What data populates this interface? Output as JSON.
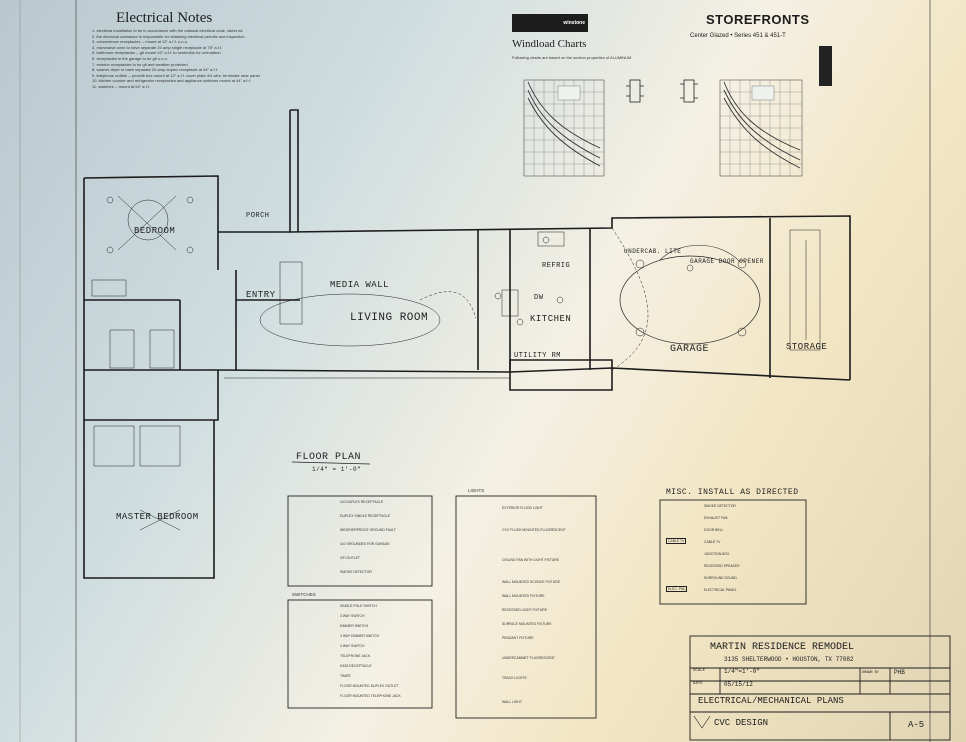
{
  "electrical_notes": {
    "title": "Electrical Notes",
    "items": [
      "1. electrical installation to be in accordance with the national electrical code, latest ed.",
      "2. the electrical contractor is responsible for obtaining electrical permits and inspection.",
      "3. convenience receptacles -- mount at 12\" a.f.f. u.n.o.",
      "4. microwave oven to have separate 20 amp single receptacle at 78\" a.f.f.",
      "5. bathroom receptacles -- gfi mount 42\" a.f.f. to centerline for orientation",
      "6. receptacles in the garage to be gfi u.n.o.",
      "7. exterior receptacles to be gfi and weather protected",
      "8. washer-dryer to have separate 20 amp duplex receptacle at 44\" a.f.f.",
      "9. telephone outlets -- provide box mount at 12\" a.f.f. cover plate 4/4 wire, terminate near panel",
      "10. kitchen counter and refrigerator receptacles and appliance switches mount at 44\" a.f.f.",
      "11. switches -- mount at 54\" a.f.f."
    ]
  },
  "storefronts": {
    "logo_text": "winstone",
    "title": "STOREFRONTS",
    "subtitle": "Center Glazed  •  Series 451 & 451-T",
    "windload_title": "Windload Charts",
    "windload_intro": "Following charts are based on the section properties of ALUMINUM"
  },
  "rooms": {
    "bedroom": "BEDROOM",
    "living_room": "LIVING ROOM",
    "kitchen": "KITCHEN",
    "garage": "GARAGE",
    "storage": "STORAGE",
    "master_bedroom": "MASTER BEDROOM",
    "media_wall": "MEDIA WALL",
    "entry": "ENTRY",
    "utility": "UTILITY RM",
    "porch": "PORCH",
    "refrig": "REFRIG",
    "dw": "DW",
    "garage_door_opener": "GARAGE DOOR OPENER",
    "undercab_lite": "UNDERCAB. LITE",
    "floor_plan": "FLOOR PLAN",
    "floor_plan_scale": "1/4\" = 1'-0\""
  },
  "legend_outlets": {
    "items": [
      "110 DUPLEX RECEPTACLE",
      "DUPLEX SINGLE RECEPTACLE",
      "WEATHERPROOF GROUND FAULT",
      "110 GROUNDED FOR GARAGE",
      "GFI OUTLET",
      "SMOKE DETECTOR"
    ]
  },
  "legend_switches": {
    "title": "SWITCHES",
    "items": [
      "SINGLE POLE SWITCH",
      "3 WAY SWITCH",
      "DIMMER SWITCH",
      "3 WAY DIMMER SWITCH",
      "4 WAY SWITCH",
      "TELEPHONE JACK",
      "DATA RECEPTACLE",
      "TIMER",
      "FLOOR MOUNTED DUPLEX OUTLET",
      "FLOOR MOUNTED TELEPHONE JACK"
    ]
  },
  "legend_lights": {
    "title": "LIGHTS",
    "items": [
      "EXTERIOR FLOOD LIGHT",
      "2'X4' FLUSH MOUNTED FLUORESCENT",
      "CEILING FAN WITH LIGHT FIXTURE",
      "WALL MOUNTED SCONCE FIXTURE",
      "WALL MOUNTED FIXTURE",
      "RECESSED LIGHT FIXTURE",
      "SURFACE MOUNTED FIXTURE",
      "PENDANT FIXTURE",
      "UNDERCABINET FLUORESCENT",
      "TRACK LIGHTS",
      "WALL LIGHT"
    ]
  },
  "legend_misc": {
    "title": "MISC. INSTALL AS DIRECTED",
    "items": [
      "SMOKE DETECTOR",
      "EXHAUST FAN",
      "DOOR BELL",
      "CABLE TV",
      "JUNCTION BOX",
      "RECESSED SPEAKER",
      "SURROUND SOUND",
      "ELECTRICAL PANEL"
    ],
    "tags": [
      "CABLE TV",
      "ELEC. PNL"
    ]
  },
  "title_block": {
    "project": "MARTIN RESIDENCE REMODEL",
    "address": "3135 SHELTERWOOD • HOUSTON, TX 77082",
    "scale_label": "SCALE",
    "scale_value": "1/4\"=1'-0\"",
    "date_label": "DATE",
    "date_value": "05/15/12",
    "drawn_label": "DRAWN BY",
    "drawn_value": "PHB",
    "sheet_title": "ELECTRICAL/MECHANICAL PLANS",
    "designer": "CVC DESIGN",
    "sheet_no": "A-5"
  }
}
